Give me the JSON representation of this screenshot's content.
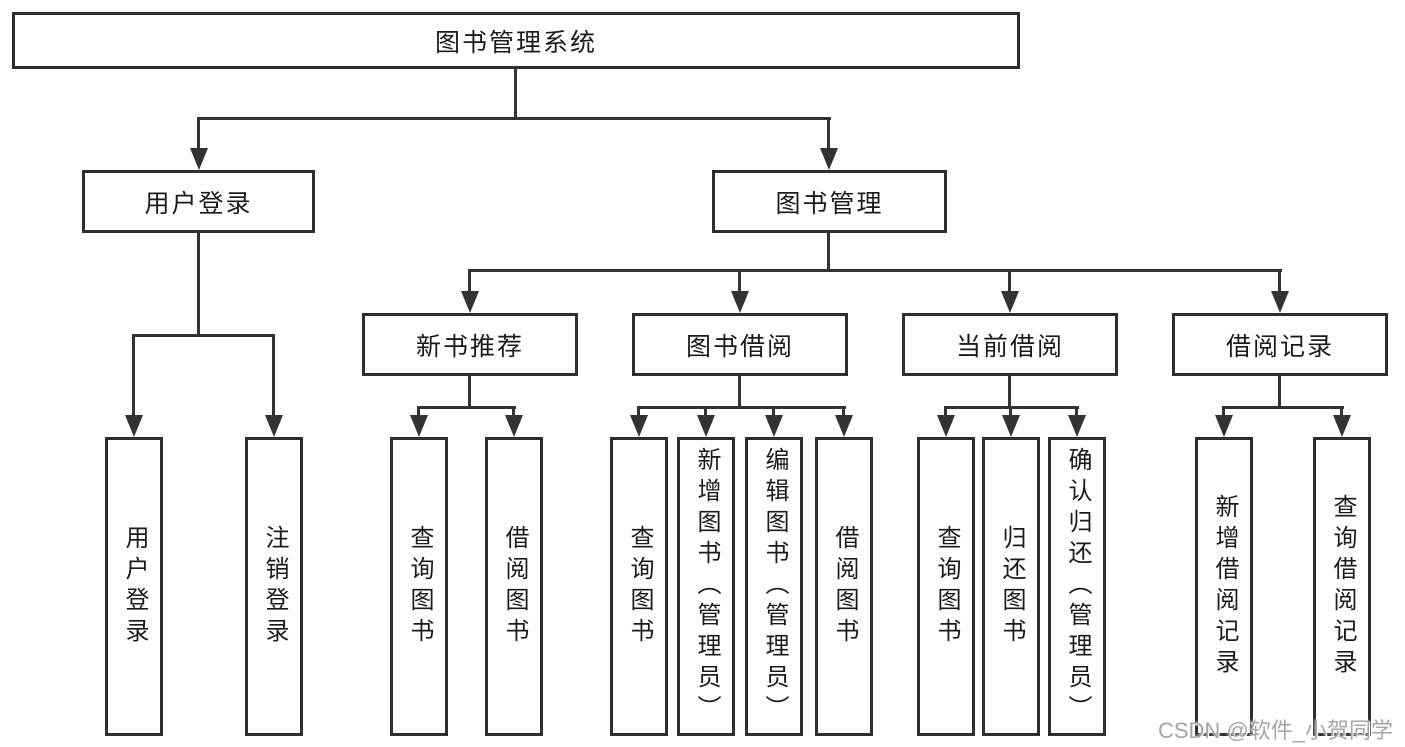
{
  "diagram": {
    "title": "图书管理系统",
    "level2": {
      "user_login": "用户登录",
      "book_mgmt": "图书管理"
    },
    "level3": {
      "new_book_rec": "新书推荐",
      "book_borrow": "图书借阅",
      "current_borrow": "当前借阅",
      "borrow_record": "借阅记录"
    },
    "leaves": {
      "user_login": "用户登录",
      "logout": "注销登录",
      "rec_query": "查询图书",
      "rec_borrow": "借阅图书",
      "bb_query": "查询图书",
      "bb_add": "新增图书（管理员）",
      "bb_edit": "编辑图书（管理员）",
      "bb_borrow": "借阅图书",
      "cb_query": "查询图书",
      "cb_return": "归还图书",
      "cb_confirm": "确认归还（管理员）",
      "br_add": "新增借阅记录",
      "br_query": "查询借阅记录"
    },
    "hierarchy": {
      "图书管理系统": {
        "用户登录": [
          "用户登录",
          "注销登录"
        ],
        "图书管理": {
          "新书推荐": [
            "查询图书",
            "借阅图书"
          ],
          "图书借阅": [
            "查询图书",
            "新增图书（管理员）",
            "编辑图书（管理员）",
            "借阅图书"
          ],
          "当前借阅": [
            "查询图书",
            "归还图书",
            "确认归还（管理员）"
          ],
          "借阅记录": [
            "新增借阅记录",
            "查询借阅记录"
          ]
        }
      }
    }
  },
  "watermark": "CSDN @软件_小贺同学",
  "colors": {
    "line": "#333333",
    "box_border": "#2e2e2e",
    "text": "#1b1b1b",
    "watermark": "#a6a6a6",
    "background": "#ffffff"
  }
}
